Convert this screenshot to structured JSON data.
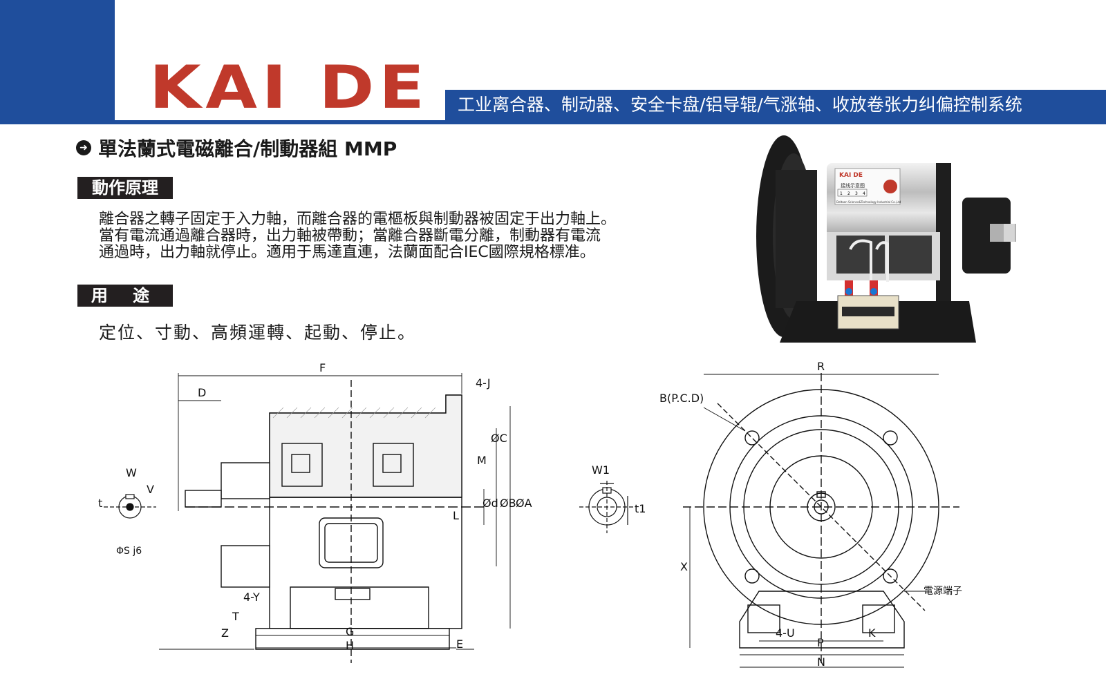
{
  "header": {
    "logo_text": "KAI DE",
    "tagline": "工业离合器、制动器、安全卡盘/铝导辊/气涨轴、收放卷张力纠偏控制系统",
    "brand_color": "#1f4e9c",
    "logo_color": "#c0392b"
  },
  "product": {
    "title": "單法蘭式電磁離合/制動器組 MMP",
    "title_icon": "arrow-right-circle-icon"
  },
  "principle": {
    "label": "動作原理",
    "lines": [
      "離合器之轉子固定于入力軸，而離合器的電樞板與制動器被固定于出力軸上。",
      "當有電流通過離合器時，出力軸被帶動；當離合器斷電分離，制動器有電流",
      "通過時，出力軸就停止。適用于馬達直連，法蘭面配合IEC國際規格標准。"
    ]
  },
  "usage": {
    "label": "用 途",
    "text": "定位、寸動、高頻運轉、起動、停止。"
  },
  "photo": {
    "brand": "KAI DE",
    "plate_heading": "接线示意图",
    "plate_terminals": [
      "1",
      "2",
      "3",
      "4"
    ],
    "plate_footer": "Deltaen Science&Technology Industrial Co.,Ltd"
  },
  "side_drawing": {
    "labels": {
      "F": "F",
      "D": "D",
      "J": "4-J",
      "C": "ØC",
      "M": "M",
      "d": "Ød",
      "B": "ØB",
      "A": "ØA",
      "L": "L",
      "W": "W",
      "V": "V",
      "t": "t",
      "S": "ΦS j6",
      "Y": "4-Y",
      "T": "T",
      "Z": "Z",
      "G": "G",
      "H": "H",
      "E": "E",
      "W1": "W1",
      "t1": "t1"
    }
  },
  "front_drawing": {
    "labels": {
      "R": "R",
      "B": "B(P.C.D)",
      "X": "X",
      "U": "4-U",
      "K": "K",
      "P": "P",
      "N": "N",
      "power": "電源端子"
    }
  }
}
